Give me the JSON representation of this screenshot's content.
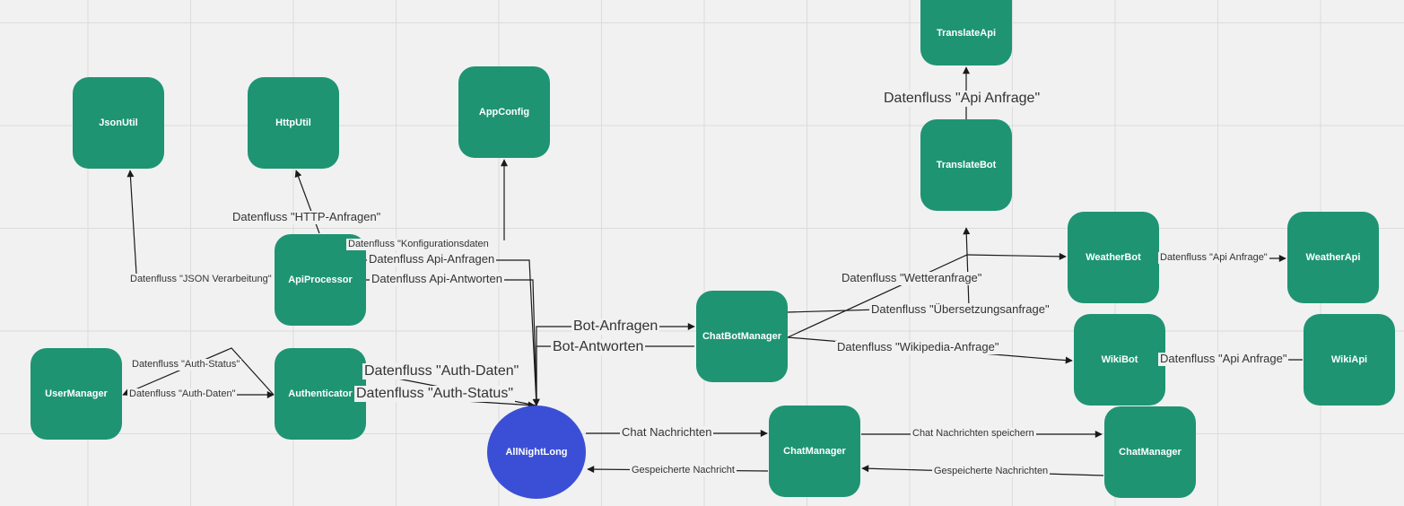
{
  "nodes": {
    "json_util": "JsonUtil",
    "http_util": "HttpUtil",
    "app_config": "AppConfig",
    "translate_api": "TranslateApi",
    "translate_bot": "TranslateBot",
    "weather_bot": "WeatherBot",
    "weather_api": "WeatherApi",
    "api_processor": "ApiProcessor",
    "chatbot_manager": "ChatBotManager",
    "wiki_bot": "WikiBot",
    "wiki_api": "WikiApi",
    "user_manager": "UserManager",
    "authenticator": "Authenticator",
    "all_night_long": "AllNightLong",
    "chat_manager": "ChatManager",
    "chat_manager_2": "ChatManager"
  },
  "edges": {
    "api_anfrage_translate": "Datenfluss \"Api Anfrage\"",
    "http_anfragen": "Datenfluss \"HTTP-Anfragen\"",
    "konfigurationsdaten": "Datenfluss \"Konfigurationsdaten",
    "api_anfragen": "Datenfluss Api-Anfragen",
    "api_antworten": "Datenfluss Api-Antworten",
    "json_verarbeitung": "Datenfluss \"JSON Verarbeitung\"",
    "wetteranfrage": "Datenfluss \"Wetteranfrage\"",
    "api_anfrage_weather": "Datenfluss \"Api Anfrage\"",
    "uebersetzungsanfrage": "Datenfluss \"Übersetzungsanfrage\"",
    "bot_anfragen": "Bot-Anfragen",
    "bot_antworten": "Bot-Antworten",
    "wikipedia_anfrage": "Datenfluss \"Wikipedia-Anfrage\"",
    "api_anfrage_wiki": "Datenfluss \"Api Anfrage\"",
    "auth_status_small": "Datenfluss \"Auth-Status\"",
    "auth_daten_small": "Datenfluss \"Auth-Daten\"",
    "auth_daten_large": "Datenfluss \"Auth-Daten\"",
    "auth_status_large": "Datenfluss \"Auth-Status\"",
    "chat_nachrichten": "Chat Nachrichten",
    "chat_nachrichten_speichern": "Chat Nachrichten speichern",
    "gespeicherte_nachricht": "Gespeicherte Nachricht",
    "gespeicherte_nachrichten": "Gespeicherte Nachrichten"
  },
  "colors": {
    "node": "#1e9473",
    "central_node": "#3b4fd6",
    "edge": "#1a1a1a",
    "canvas": "#f1f1f1",
    "grid": "#dcdcdc"
  }
}
